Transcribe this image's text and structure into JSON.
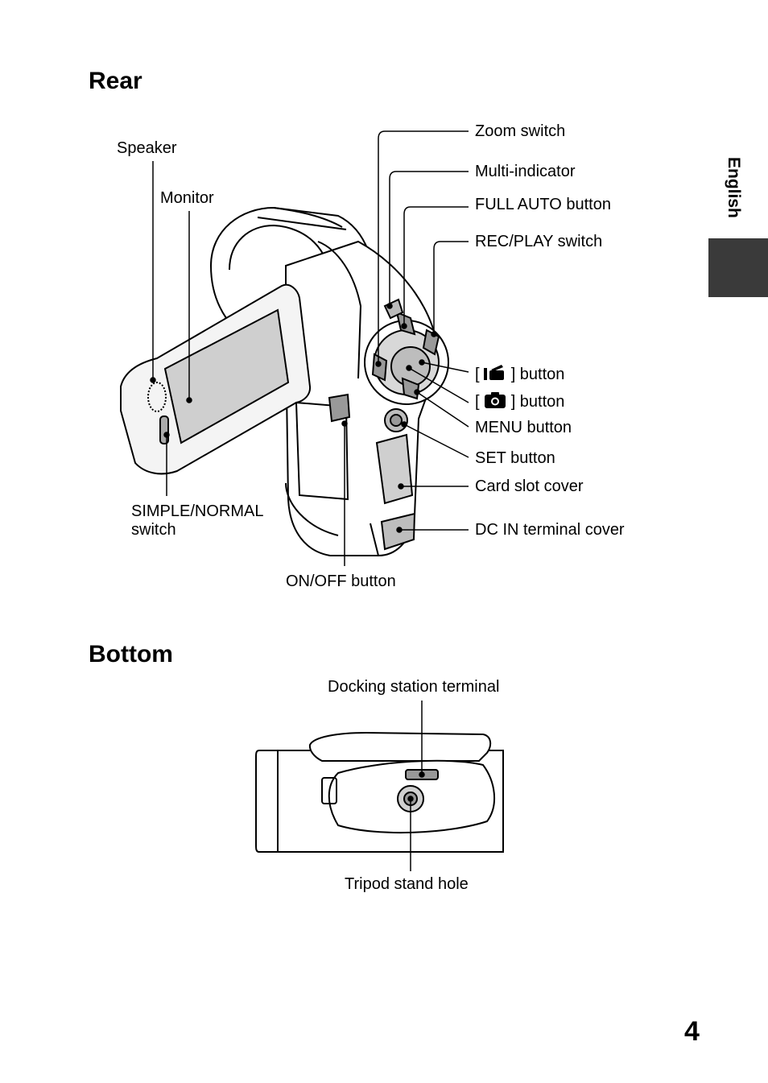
{
  "side_tab": {
    "text": "English"
  },
  "page_number": "4",
  "rear": {
    "heading": "Rear",
    "labels": {
      "speaker": "Speaker",
      "monitor": "Monitor",
      "zoom_switch": "Zoom switch",
      "multi_indicator": "Multi-indicator",
      "full_auto_button": "FULL AUTO button",
      "rec_play_switch": "REC/PLAY switch",
      "video_button_open": "[",
      "video_button_close": "] button",
      "photo_button_open": "[",
      "photo_button_close": "] button",
      "menu_button": "MENU button",
      "set_button": "SET button",
      "card_slot_cover": "Card slot cover",
      "dc_in_cover": "DC IN terminal cover",
      "simple_normal_line1": "SIMPLE/NORMAL",
      "simple_normal_line2": "switch",
      "on_off_button": "ON/OFF button"
    }
  },
  "bottom": {
    "heading": "Bottom",
    "labels": {
      "docking_terminal": "Docking station terminal",
      "tripod_hole": "Tripod stand hole"
    }
  }
}
